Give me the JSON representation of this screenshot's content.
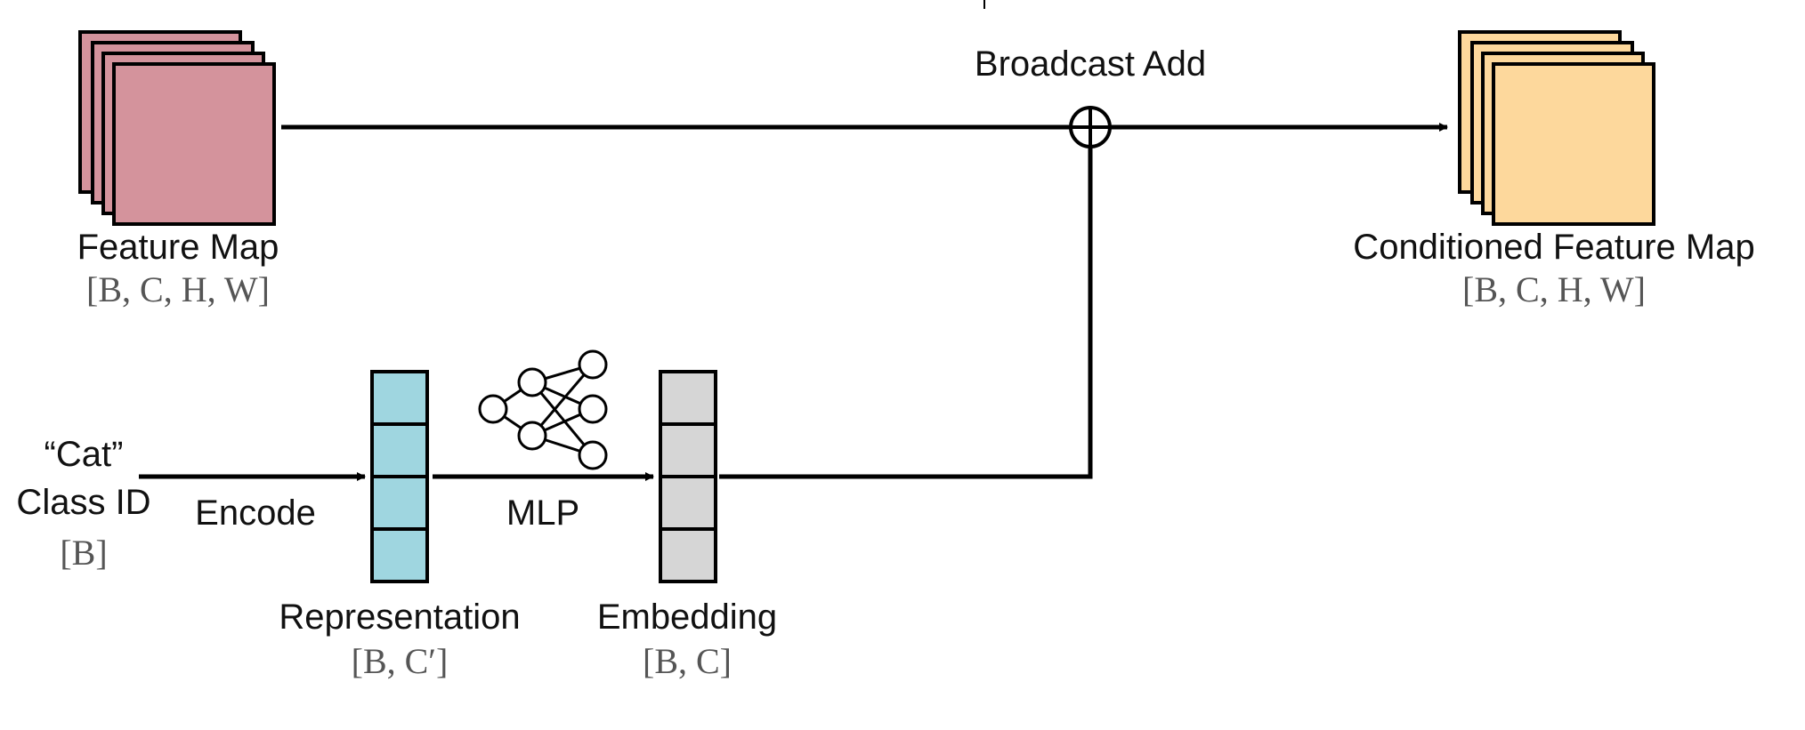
{
  "diagram": {
    "feature_map": {
      "label": "Feature Map",
      "shape": "[B, C, H, W]",
      "color": "#d4939c"
    },
    "conditioned_feature_map": {
      "label": "Conditioned Feature Map",
      "shape": "[B, C, H, W]",
      "color": "#fdd89c"
    },
    "broadcast_add": {
      "label": "Broadcast Add"
    },
    "class_input": {
      "quote": "“Cat”",
      "label": "Class ID",
      "shape": "[B]"
    },
    "encode": {
      "label": "Encode"
    },
    "representation": {
      "label": "Representation",
      "shape": "[B, C′]",
      "color": "#9fd6e0"
    },
    "mlp": {
      "label": "MLP"
    },
    "embedding": {
      "label": "Embedding",
      "shape": "[B, C]",
      "color": "#d6d6d6"
    }
  }
}
